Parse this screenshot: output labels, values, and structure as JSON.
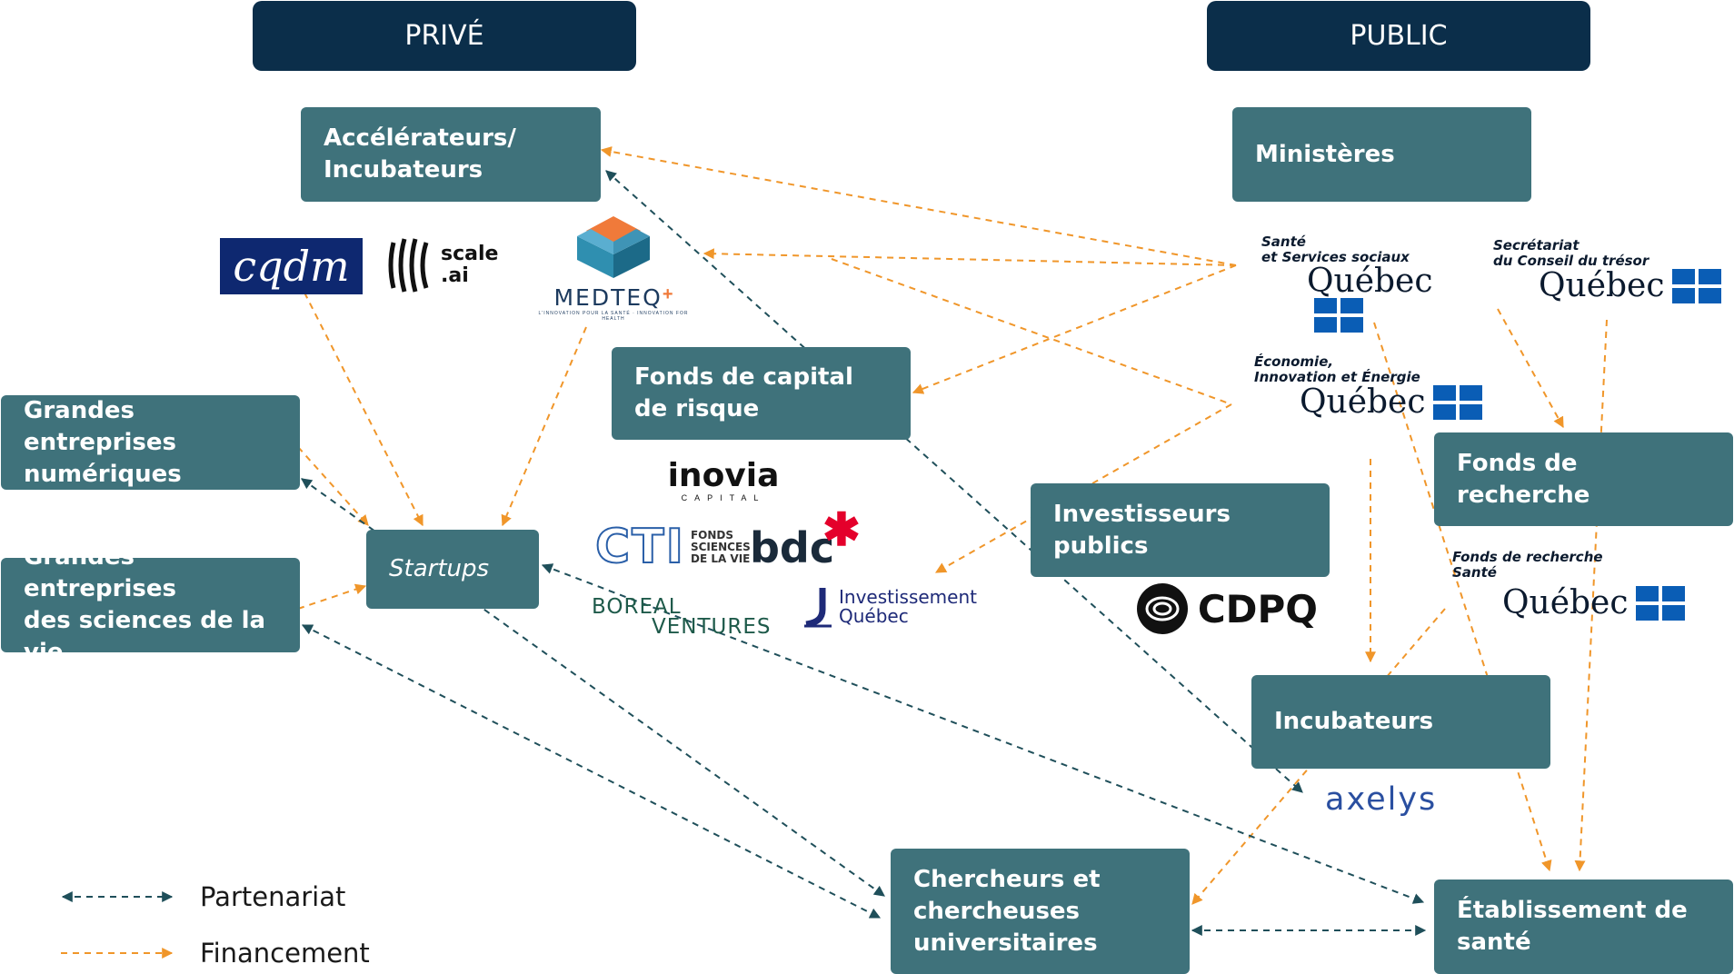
{
  "headers": {
    "private": "PRIVÉ",
    "public": "PUBLIC"
  },
  "nodes": {
    "accelerateurs": "Accélérateurs/\nIncubateurs",
    "grandes_numeriques": "Grandes entreprises\nnumériques",
    "grandes_sciences": "Grandes entreprises\ndes sciences de la vie",
    "startups": "Startups",
    "fonds_capital": "Fonds de capital\nde risque",
    "ministeres": "Ministères",
    "fonds_recherche": "Fonds de recherche",
    "investisseurs_publics": "Investisseurs publics",
    "incubateurs": "Incubateurs",
    "chercheurs": "Chercheurs et\nchercheuses\nuniversitaires",
    "etablissement": "Établissement de\nsanté"
  },
  "logos": {
    "cqdm": "cqdm",
    "scale": "scale\n.ai",
    "medteq": "MEDTEQ",
    "medteq_tag": "L'INNOVATION POUR LA SANTÉ · INNOVATION FOR HEALTH",
    "inovia": "inovia",
    "inovia_sub": "CAPITAL",
    "cti": "CTI",
    "cti_sub": "FONDS\nSCIENCES\nDE LA VIE",
    "bdc": "bdc",
    "boreal_1": "BOREAL",
    "boreal_2": "VENTURES",
    "invest_qc": "Investissement\nQuébec",
    "cdpq": "CDPQ",
    "axelys": "axelys"
  },
  "quebec_logos": {
    "msss": "Santé\net Services sociaux",
    "sct": "Secrétariat\ndu Conseil du trésor",
    "mei": "Économie,\nInnovation et Énergie",
    "frqs": "Fonds de recherche\nSanté",
    "word": "Québec"
  },
  "legend": {
    "partenariat": "Partenariat",
    "financement": "Financement"
  },
  "colors": {
    "partnership": "#1f4f5a",
    "funding": "#f0962a",
    "node": "#3f727b",
    "header": "#0b2e4a"
  }
}
